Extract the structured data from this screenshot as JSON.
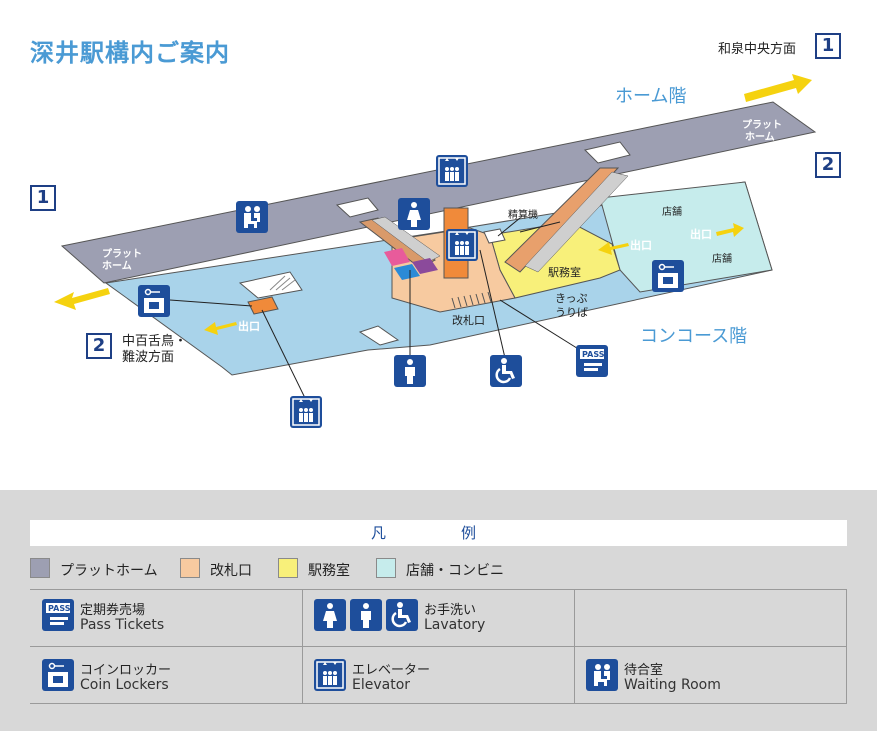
{
  "title": "深井駅構内ご案内",
  "direction_izumi": "和泉中央方面",
  "direction_nakamozu_1": "中百舌鳥・",
  "direction_nakamozu_2": "難波方面",
  "level_platform": "ホーム階",
  "level_concourse": "コンコース階",
  "platform_numbers": [
    "1",
    "2"
  ],
  "map_labels": {
    "platform_right_1": "プラット",
    "platform_right_2": "ホーム",
    "platform_left_1": "プラット",
    "platform_left_2": "ホーム",
    "fare_adjustment": "精算機",
    "station_office": "駅務室",
    "ticket_gate": "改札口",
    "ticket_office_1": "きっぷ",
    "ticket_office_2": "うりば",
    "exit": "出口",
    "shop": "店舗"
  },
  "legend": {
    "title": "凡　例",
    "areas": [
      {
        "label": "プラットホーム",
        "color": "#9d9fb2"
      },
      {
        "label": "改札口",
        "color": "#f7caa0"
      },
      {
        "label": "駅務室",
        "color": "#f8f07a"
      },
      {
        "label": "店舗・コンビニ",
        "color": "#c6ecec"
      }
    ],
    "items": {
      "pass_jp": "定期券売場",
      "pass_en": "Pass Tickets",
      "lavatory_jp": "お手洗い",
      "lavatory_en": "Lavatory",
      "locker_jp": "コインロッカー",
      "locker_en": "Coin Lockers",
      "elevator_jp": "エレベーター",
      "elevator_en": "Elevator",
      "waiting_jp": "待合室",
      "waiting_en": "Waiting Room"
    },
    "pass_icon_text": "PASS"
  },
  "colors": {
    "platform": "#9d9fb2",
    "concourse": "#a9d3ea",
    "gate": "#f7caa0",
    "office": "#f8f07a",
    "shop": "#c6ecec",
    "icon": "#1e4e9b",
    "arrow": "#f5d20f",
    "title": "#4a9ad4"
  }
}
